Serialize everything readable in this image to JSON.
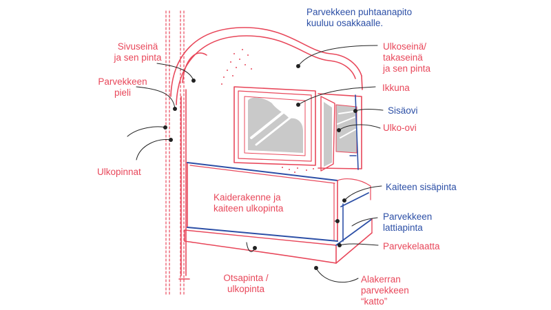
{
  "colors": {
    "red": "#e8475a",
    "blue": "#2c4fa6",
    "dark": "#222222",
    "glass": "#c9c9c9"
  },
  "note": "Parvekkeen puhtaanapito\nkuuluu osakkaalle.",
  "labels": {
    "sivuseina": "Sivuseinä\nja sen pinta",
    "pieli": "Parvekkeen\npieli",
    "ulkopinnat": "Ulkopinnat",
    "kaiderakenne": "Kaiderakenne ja\nkaiteen ulkopinta",
    "otsapinta": "Otsapinta /\nulkopinta",
    "ulkoseina": "Ulkoseinä/\ntakaseinä\nja sen pinta",
    "ikkuna": "Ikkuna",
    "sisaovi": "Sisäovi",
    "ulkoovi": "Ulko-ovi",
    "kaiteen_sisapinta": "Kaiteen sisäpinta",
    "lattiapinta": "Parvekkeen\nlattiapinta",
    "parvekelaatta": "Parvekelaatta",
    "alakerran": "Alakerran\nparvekkeen\n“katto”"
  }
}
